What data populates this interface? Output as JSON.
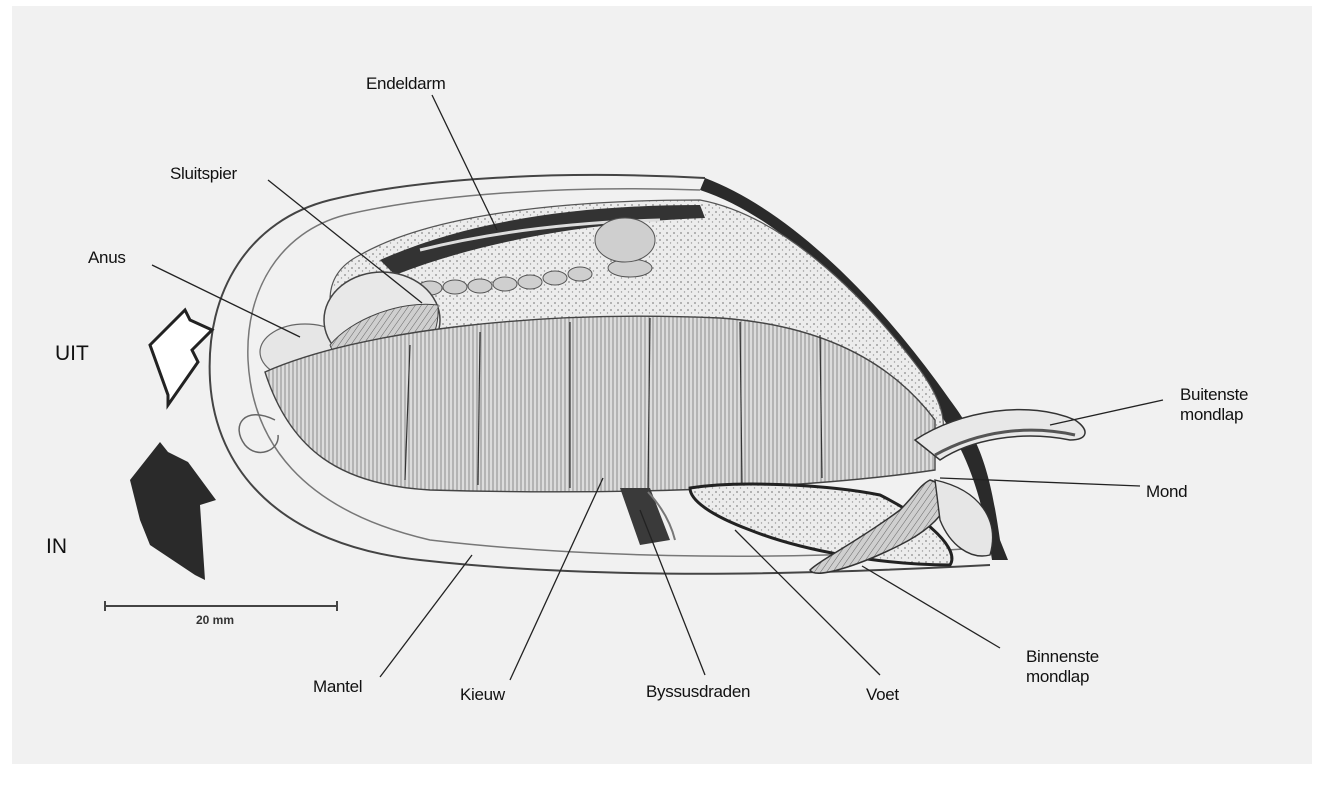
{
  "labels": {
    "endeldarm": "Endeldarm",
    "sluitspier": "Sluitspier",
    "anus": "Anus",
    "uit": "UIT",
    "in": "IN",
    "buitenste_mondlap": "Buitenste\nmondlap",
    "mond": "Mond",
    "binnenste_mondlap": "Binnenste\nmondlap",
    "mantel": "Mantel",
    "kieuw": "Kieuw",
    "byssusdraden": "Byssusdraden",
    "voet": "Voet"
  },
  "scale_bar": {
    "text": "20 mm"
  },
  "colors": {
    "background": "#f1f1f1",
    "line": "#1a1a1a",
    "shell": "#2a2a2a",
    "tissue": "#d4d4d4"
  }
}
